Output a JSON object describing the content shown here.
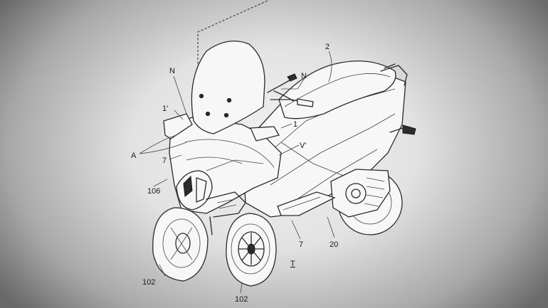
{
  "reference_labels": {
    "n_left": "N",
    "n_right": "N",
    "two": "2",
    "one_prime": "1'",
    "one": "1",
    "v_prime": "V'",
    "a": "A",
    "seven_upper": "7",
    "one_zero_six": "106",
    "seven_lower": "7",
    "twenty": "20",
    "t": "T",
    "one_zero_two_left": "102",
    "one_zero_two_bottom": "102"
  },
  "colors": {
    "line": "#2a2a2a",
    "background_center": "#f2f2f2",
    "background_edge": "#6a6a6a"
  }
}
